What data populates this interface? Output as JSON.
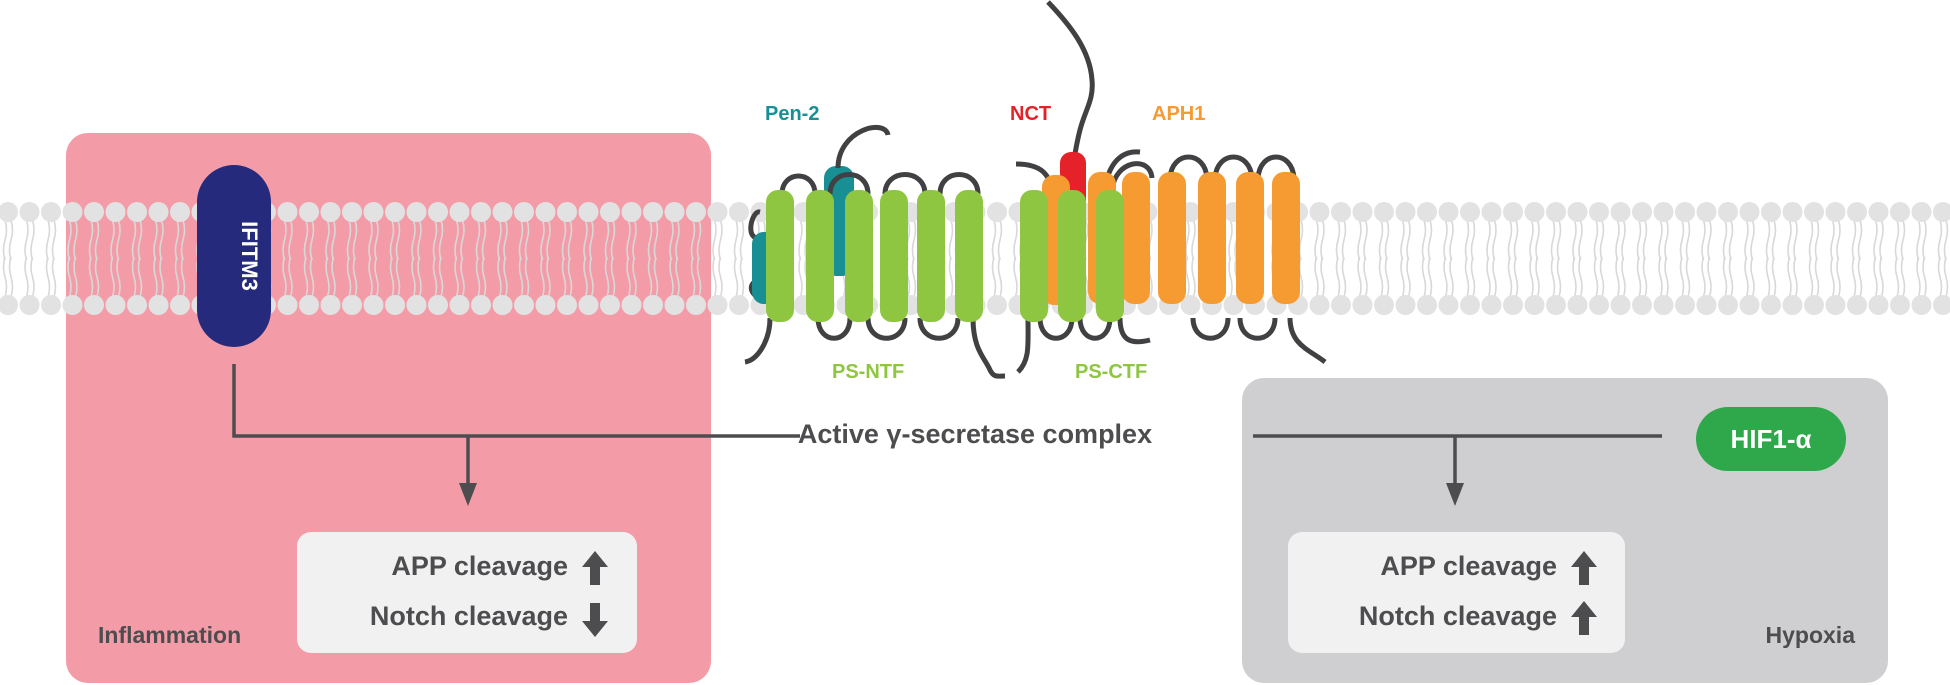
{
  "labels": {
    "pen2": "Pen-2",
    "nct": "NCT",
    "aph1": "APH1",
    "ps_ntf": "PS-NTF",
    "ps_ctf": "PS-CTF",
    "ifitm3": "IFITM3",
    "hif1a": "HIF1-α",
    "complex": "Active γ-secretase complex"
  },
  "inflammation": {
    "title": "Inflammation",
    "outcomes": [
      {
        "text": "APP cleavage",
        "direction": "up"
      },
      {
        "text": "Notch cleavage",
        "direction": "down"
      }
    ]
  },
  "hypoxia": {
    "title": "Hypoxia",
    "outcomes": [
      {
        "text": "APP cleavage",
        "direction": "up"
      },
      {
        "text": "Notch cleavage",
        "direction": "up"
      }
    ]
  },
  "colors": {
    "inflammation_panel": "#f39ca8",
    "hypoxia_panel": "#cfcfd1",
    "ifitm3": "#262a7c",
    "hif1a": "#2ea84a",
    "presenilin": "#8fc641",
    "pen2": "#178f93",
    "nct": "#e5222a",
    "aph1": "#f69a32",
    "text": "#4d4d4f"
  }
}
